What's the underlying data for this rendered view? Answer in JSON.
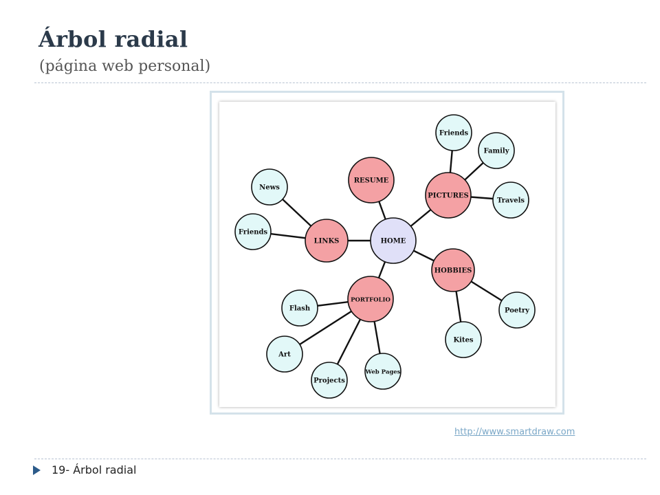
{
  "slide": {
    "title": "Árbol radial",
    "subtitle": "(página web personal)",
    "source_link": "http://www.smartdraw.com",
    "footer": "19- Árbol radial"
  },
  "colors": {
    "main_node": "#f4a1a4",
    "leaf_node": "#e2f8f8",
    "root_node": "#e0e0f8",
    "edge": "#111111"
  },
  "diagram": {
    "nodes": [
      {
        "id": "home",
        "label": "HOME",
        "kind": "root"
      },
      {
        "id": "links",
        "label": "LINKS",
        "kind": "main"
      },
      {
        "id": "resume",
        "label": "RESUME",
        "kind": "main"
      },
      {
        "id": "pictures",
        "label": "PICTURES",
        "kind": "main"
      },
      {
        "id": "hobbies",
        "label": "HOBBIES",
        "kind": "main"
      },
      {
        "id": "portfolio",
        "label": "PORTFOLIO",
        "kind": "main"
      },
      {
        "id": "news",
        "label": "News",
        "kind": "leaf"
      },
      {
        "id": "friends_links",
        "label": "Friends",
        "kind": "leaf"
      },
      {
        "id": "friends_pics",
        "label": "Friends",
        "kind": "leaf"
      },
      {
        "id": "family",
        "label": "Family",
        "kind": "leaf"
      },
      {
        "id": "travels",
        "label": "Travels",
        "kind": "leaf"
      },
      {
        "id": "poetry",
        "label": "Poetry",
        "kind": "leaf"
      },
      {
        "id": "kites",
        "label": "Kites",
        "kind": "leaf"
      },
      {
        "id": "flash",
        "label": "Flash",
        "kind": "leaf"
      },
      {
        "id": "art",
        "label": "Art",
        "kind": "leaf"
      },
      {
        "id": "projects",
        "label": "Projects",
        "kind": "leaf"
      },
      {
        "id": "webpages",
        "label": "Web Pages",
        "kind": "leaf"
      }
    ],
    "edges": [
      [
        "home",
        "links"
      ],
      [
        "home",
        "resume"
      ],
      [
        "home",
        "pictures"
      ],
      [
        "home",
        "hobbies"
      ],
      [
        "home",
        "portfolio"
      ],
      [
        "links",
        "news"
      ],
      [
        "links",
        "friends_links"
      ],
      [
        "pictures",
        "friends_pics"
      ],
      [
        "pictures",
        "family"
      ],
      [
        "pictures",
        "travels"
      ],
      [
        "hobbies",
        "poetry"
      ],
      [
        "hobbies",
        "kites"
      ],
      [
        "portfolio",
        "flash"
      ],
      [
        "portfolio",
        "art"
      ],
      [
        "portfolio",
        "projects"
      ],
      [
        "portfolio",
        "webpages"
      ]
    ]
  }
}
